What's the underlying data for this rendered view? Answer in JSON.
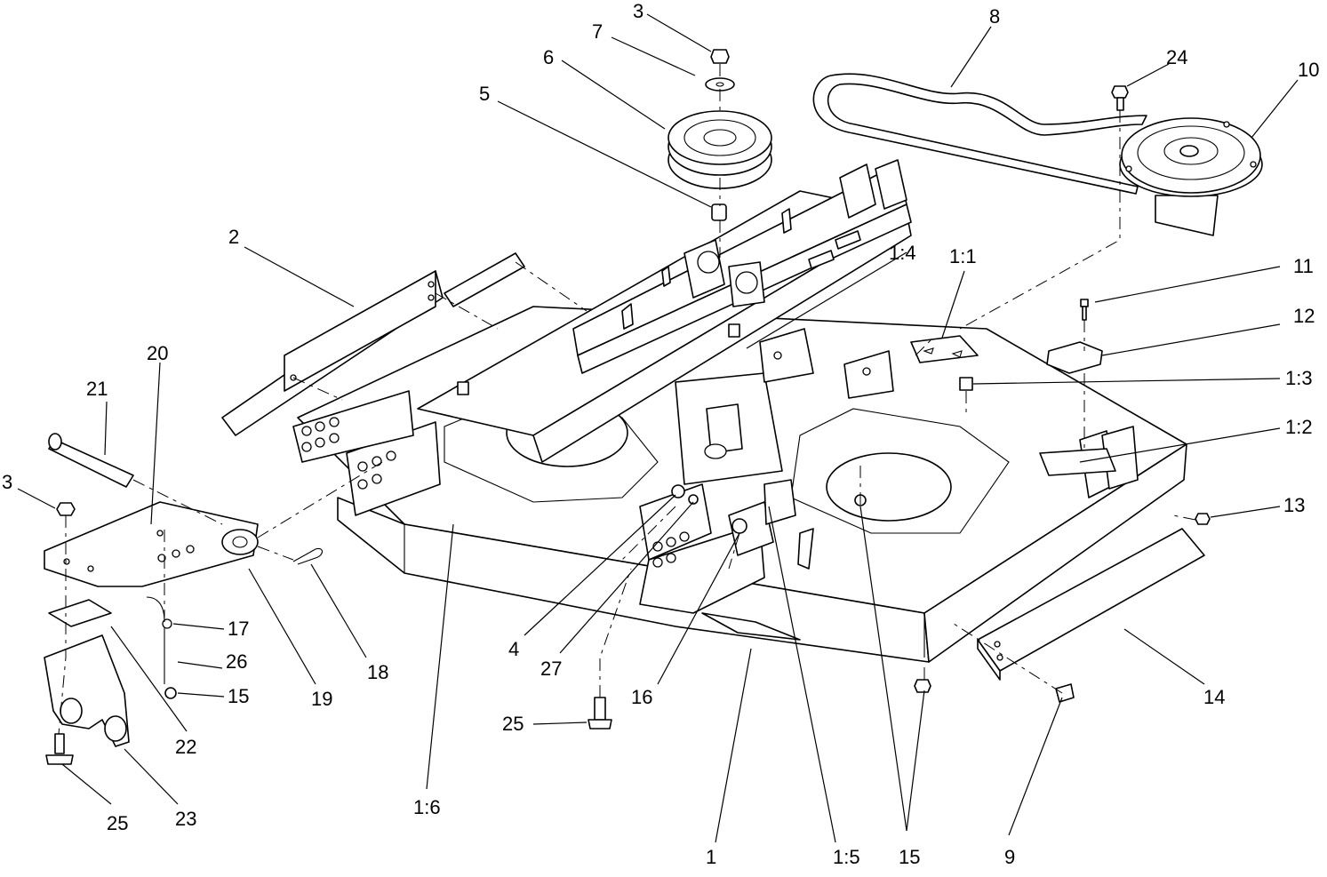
{
  "callouts": {
    "c1": "1",
    "c1_1": "1:1",
    "c1_2": "1:2",
    "c1_3": "1:3",
    "c1_4": "1:4",
    "c1_5": "1:5",
    "c1_6": "1:6",
    "c2": "2",
    "c3a": "3",
    "c3b": "3",
    "c4": "4",
    "c5": "5",
    "c6": "6",
    "c7": "7",
    "c8": "8",
    "c9": "9",
    "c10": "10",
    "c11": "11",
    "c12": "12",
    "c13": "13",
    "c14": "14",
    "c15a": "15",
    "c15b": "15",
    "c16": "16",
    "c17": "17",
    "c18": "18",
    "c19": "19",
    "c20": "20",
    "c21": "21",
    "c22": "22",
    "c23": "23",
    "c24": "24",
    "c25a": "25",
    "c25b": "25",
    "c26": "26",
    "c27": "27"
  }
}
